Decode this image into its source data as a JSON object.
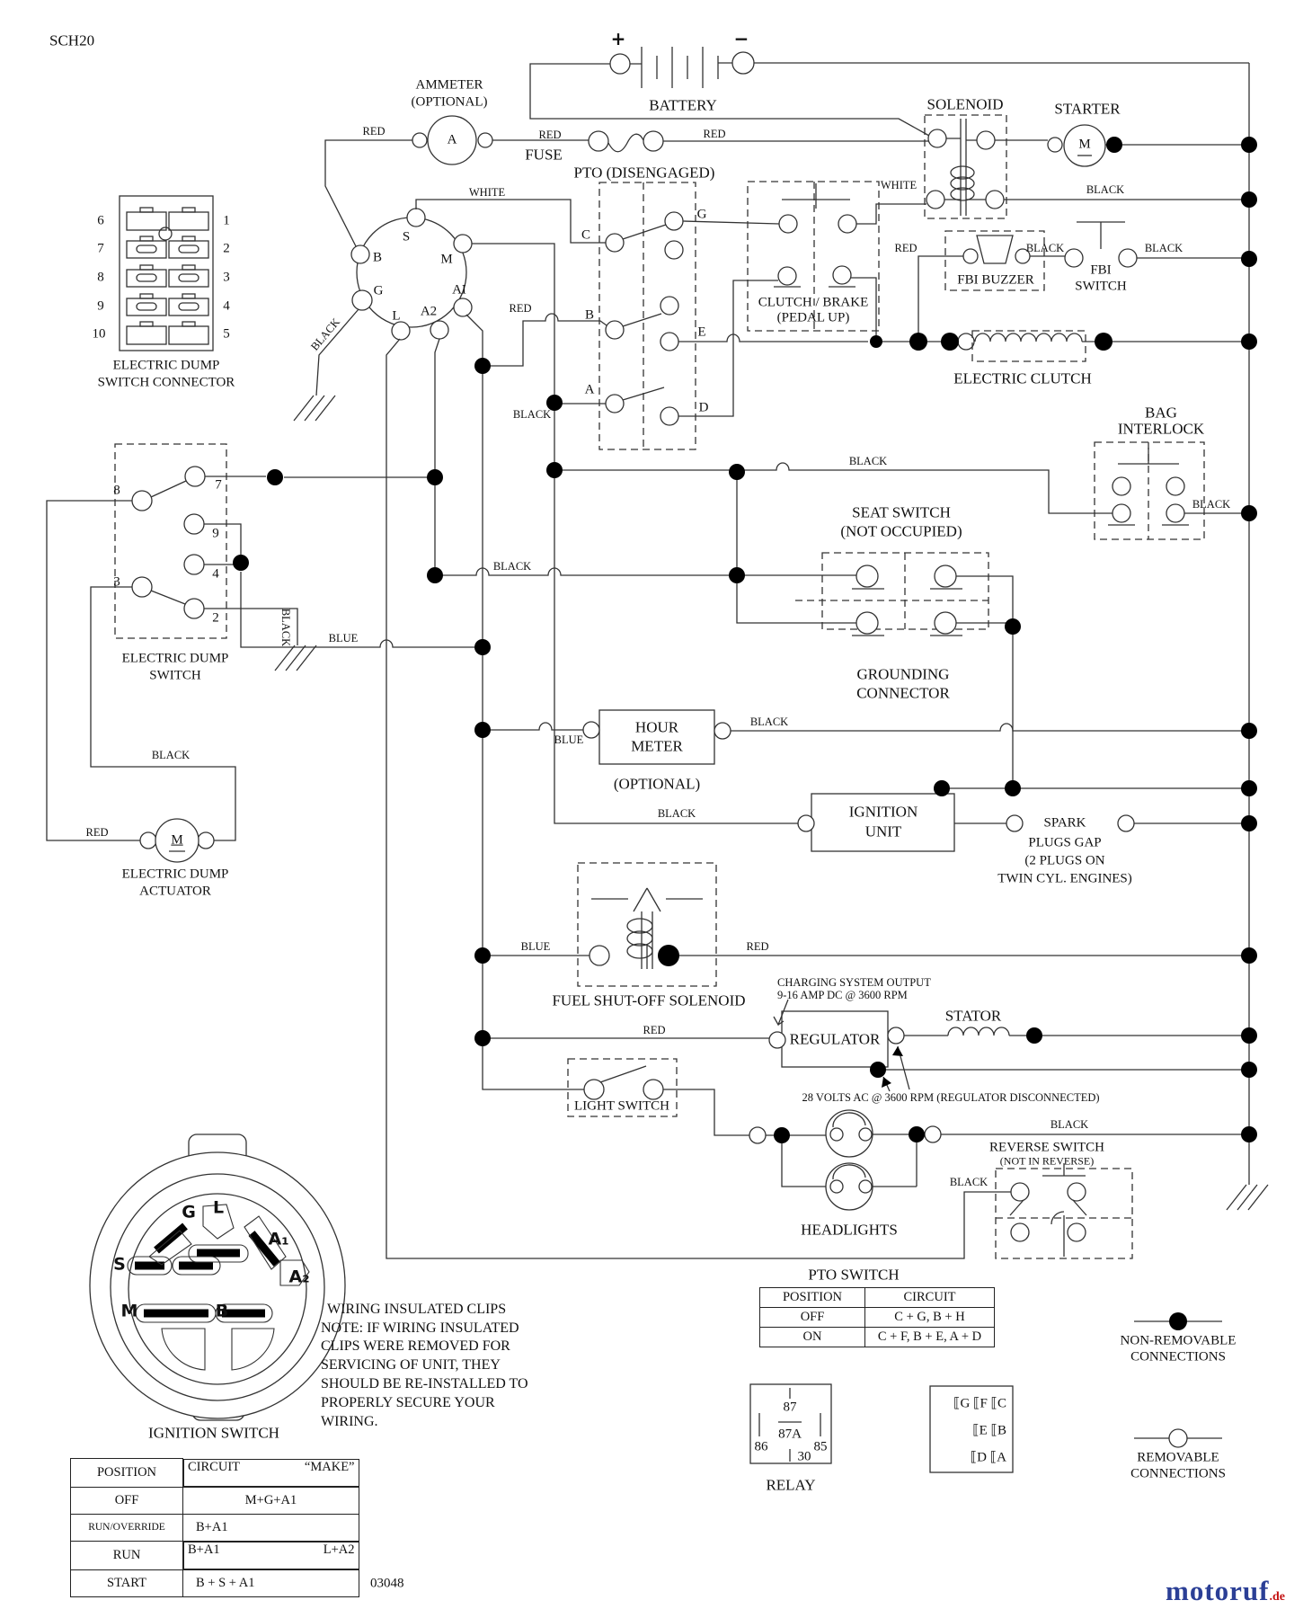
{
  "sheet": {
    "code": "SCH20",
    "number": "03048"
  },
  "watermark": {
    "brand": "motoruf",
    "suffix": ".de"
  },
  "components": {
    "ammeter": {
      "title": "AMMETER",
      "subtitle": "(OPTIONAL)",
      "symbol": "A"
    },
    "battery": {
      "label": "BATTERY",
      "plus": "+",
      "minus": "−"
    },
    "fuse": {
      "label": "FUSE"
    },
    "pto_switch": {
      "label": "PTO (DISENGAGED)",
      "t_c": "C",
      "t_g": "G",
      "t_b": "B",
      "t_e": "E",
      "t_a": "A",
      "t_d": "D"
    },
    "solenoid": {
      "label": "SOLENOID"
    },
    "starter": {
      "label": "STARTER",
      "symbol": "M"
    },
    "fbi_buzzer": {
      "label": "FBI BUZZER"
    },
    "fbi_switch": {
      "line1": "FBI",
      "line2": "SWITCH"
    },
    "electric_clutch": {
      "label": "ELECTRIC CLUTCH"
    },
    "bag_interlock": {
      "line1": "BAG",
      "line2": "INTERLOCK"
    },
    "clutch_brake": {
      "line1": "CLUTCH / BRAKE",
      "line2": "(PEDAL UP)"
    },
    "seat_switch": {
      "line1": "SEAT SWITCH",
      "line2": "(NOT OCCUPIED)"
    },
    "grounding_connector": {
      "line1": "GROUNDING",
      "line2": "CONNECTOR"
    },
    "dump_connector": {
      "line1": "ELECTRIC DUMP",
      "line2": "SWITCH CONNECTOR",
      "left_pins": [
        "6",
        "7",
        "8",
        "9",
        "10"
      ],
      "right_pins": [
        "1",
        "2",
        "3",
        "4",
        "5"
      ]
    },
    "dump_switch": {
      "line1": "ELECTRIC DUMP",
      "line2": "SWITCH",
      "p8": "8",
      "p7": "7",
      "p9": "9",
      "p4": "4",
      "p3": "3",
      "p2": "2"
    },
    "dump_actuator": {
      "line1": "ELECTRIC DUMP",
      "line2": "ACTUATOR",
      "symbol": "M"
    },
    "ignition_rotary": {
      "t_s": "S",
      "t_b": "B",
      "t_m": "M",
      "t_g": "G",
      "t_l": "L",
      "t_a2": "A2",
      "t_a1": "AI"
    },
    "hour_meter": {
      "line1": "HOUR",
      "line2": "METER",
      "subtitle": "(OPTIONAL)"
    },
    "ignition_unit": {
      "line1": "IGNITION",
      "line2": "UNIT"
    },
    "spark_plugs": {
      "line1": "SPARK",
      "line2": "PLUGS GAP",
      "line3": "(2 PLUGS ON",
      "line4": "TWIN CYL. ENGINES)"
    },
    "fuel_solenoid": {
      "label": "FUEL SHUT-OFF SOLENOID"
    },
    "regulator": {
      "label": "REGULATOR"
    },
    "stator": {
      "label": "STATOR"
    },
    "light_switch": {
      "label": "LIGHT SWITCH"
    },
    "headlights": {
      "label": "HEADLIGHTS"
    },
    "reverse_switch": {
      "line1": "REVERSE SWITCH",
      "line2": "(NOT IN REVERSE)"
    }
  },
  "wires": {
    "red_ammeter": "RED",
    "red_fuse": "RED",
    "red_solenoid": "RED",
    "white_pto": "WHITE",
    "white_solenoid": "WHITE",
    "black_solenoid": "BLACK",
    "black_buzzer": "BLACK",
    "black_fbi": "BLACK",
    "red_buzzer": "RED",
    "black_rotary_ground": "BLACK",
    "red_a1": "RED",
    "black_pto_a": "BLACK",
    "black_bag_feed": "BLACK",
    "black_bag_out": "BLACK",
    "black_seat_feed": "BLACK",
    "blue_dump": "BLUE",
    "black_dump_ground": "BLACK",
    "black_actuator": "BLACK",
    "red_actuator": "RED",
    "blue_hour": "BLUE",
    "black_hour": "BLACK",
    "black_ignition_unit": "BLACK",
    "blue_fuel": "BLUE",
    "red_fuel": "RED",
    "red_regulator": "RED",
    "black_headlights": "BLACK",
    "black_reverse": "BLACK"
  },
  "annotations": {
    "charging1": "CHARGING SYSTEM OUTPUT",
    "charging2": "9-16 AMP DC @ 3600 RPM",
    "volts": "28 VOLTS AC @ 3600 RPM (REGULATOR DISCONNECTED)"
  },
  "note": {
    "line1": "WIRING INSULATED CLIPS",
    "line2": "NOTE:  IF WIRING INSULATED",
    "line3": "CLIPS WERE REMOVED FOR",
    "line4": "SERVICING OF UNIT, THEY",
    "line5": "SHOULD BE RE-INSTALLED TO",
    "line6": "PROPERLY SECURE YOUR",
    "line7": "WIRING."
  },
  "key_switch": {
    "label": "IGNITION SWITCH",
    "t_g": "G",
    "t_l": "L",
    "t_a1": "A₁",
    "t_a2": "A₂",
    "t_s": "S",
    "t_m": "M",
    "t_b": "B"
  },
  "tables": {
    "pto": {
      "title": "PTO SWITCH",
      "h1": "POSITION",
      "h2": "CIRCUIT",
      "rows": [
        {
          "position": "OFF",
          "circuit": "C + G, B + H"
        },
        {
          "position": "ON",
          "circuit": "C + F, B + E, A + D"
        }
      ]
    },
    "ignition": {
      "h1": "POSITION",
      "h2a": "CIRCUIT",
      "h2b": "“MAKE”",
      "rows": [
        {
          "position": "OFF",
          "circuit": "M+G+A1"
        },
        {
          "position": "RUN/OVERRIDE",
          "circuit": "B+A1"
        },
        {
          "position": "RUN",
          "circuit": "B+A1",
          "circuit2": "L+A2"
        },
        {
          "position": "START",
          "circuit": "B + S + A1"
        }
      ]
    }
  },
  "relay": {
    "label": "RELAY",
    "p87": "87",
    "p87a": "87A",
    "p86": "86",
    "p85": "85",
    "p30": "30"
  },
  "block_connector": {
    "row1": "⟦G ⟦F ⟦C",
    "row2": "⟦E ⟦B",
    "row3": "⟦D ⟦A"
  },
  "legend": {
    "nr1": "NON-REMOVABLE",
    "nr2": "CONNECTIONS",
    "r1": "REMOVABLE",
    "r2": "CONNECTIONS"
  }
}
